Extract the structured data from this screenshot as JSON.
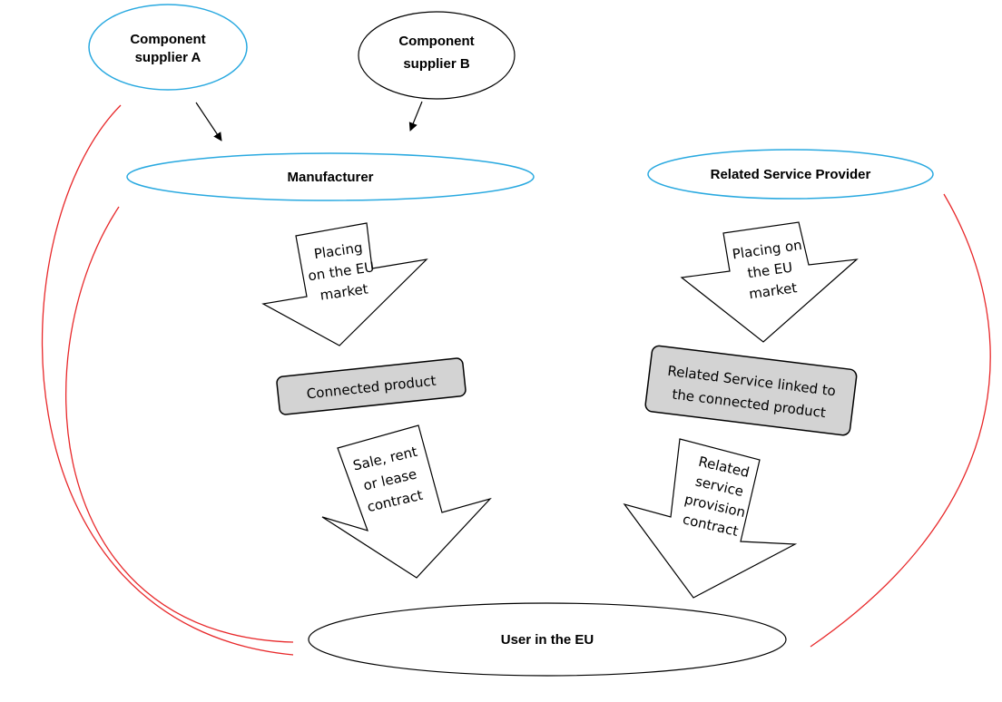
{
  "nodes": {
    "supplier_a": {
      "line1": "Component",
      "line2": "supplier A"
    },
    "supplier_b": {
      "line1": "Component",
      "line2": "supplier B"
    },
    "manufacturer": "Manufacturer",
    "related_service_provider": "Related Service Provider",
    "connected_product": "Connected product",
    "related_service": {
      "line1": "Related Service linked to",
      "line2": "the connected product"
    },
    "user": "User in the EU"
  },
  "arrows": {
    "placing_left": [
      "Placing",
      "on the EU",
      "market"
    ],
    "placing_right": [
      "Placing on",
      "the EU",
      "market"
    ],
    "sale_contract": [
      "Sale, rent",
      "or lease",
      "contract"
    ],
    "service_contract": [
      "Related",
      "service",
      "provision",
      "contract"
    ]
  },
  "colors": {
    "ellipse_blue": "#29a9e0",
    "curve_red": "#e8282a",
    "box_fill": "#d3d3d3",
    "stroke": "#000000"
  }
}
